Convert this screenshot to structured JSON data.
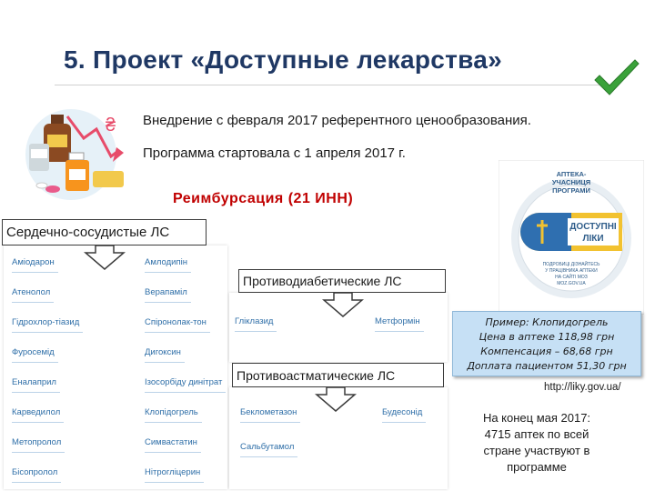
{
  "title": "5. Проект «Доступные лекарства»",
  "intro": {
    "line1": "Внедрение с февраля 2017 референтного ценообразования.",
    "line2": "Программа стартовала с 1 апреля 2017 г."
  },
  "reimbursement": "Реимбурсация (21 ИНН)",
  "groups": {
    "cardio": "Сердечно-сосудистые ЛС",
    "diabetes": "Противодиабетические ЛС",
    "asthma": "Противоастматические ЛС"
  },
  "cardio_drugs": [
    [
      "Аміодарон",
      "Амлодипін"
    ],
    [
      "Атенолол",
      "Верапаміл"
    ],
    [
      "Гідрохлор-тіазид",
      "Спіронолак-тон"
    ],
    [
      "Фуросемід",
      "Дигоксин"
    ],
    [
      "Еналаприл",
      "Ізосорбіду динітрат"
    ],
    [
      "Карведилол",
      "Клопідогрель"
    ],
    [
      "Метопролол",
      "Симвастатин"
    ],
    [
      "Бісопролол",
      "Нітрогліцерин"
    ]
  ],
  "diabetes_drugs": [
    "Гліклазид",
    "Метформін"
  ],
  "asthma_drugs": [
    [
      "Беклометазон",
      "Будесонід"
    ],
    [
      "Сальбутамол"
    ]
  ],
  "badge": {
    "ring_text": [
      "АПТЕКА-",
      "УЧАСНИЦЯ",
      "ПРОГРАМИ"
    ],
    "logo": [
      "ДОСТУПНІ",
      "ЛІКИ"
    ],
    "fine_print": [
      "ПОДРОБИЦІ ДІЗНАЙТЕСЬ",
      "У ПРАЦІВНИКА АПТЕКИ",
      "НА САЙТІ МОЗ",
      "MOZ.GOV.UA"
    ]
  },
  "example": {
    "line1": "Пример: Клопидогрель",
    "line2": "Цена в аптеке 118,98 грн",
    "line3": "Компенсация – 68,68 грн",
    "line4": "Доплата пациентом 51,30 грн"
  },
  "source_url": "http://liky.gov.ua/",
  "end_note": {
    "line1": "На конец мая 2017:",
    "line2": "4715 аптек по всей",
    "line3": "стране участвуют в",
    "line4": "программе"
  },
  "colors": {
    "title": "#1f3864",
    "accent_red": "#c00000",
    "drug_link": "#2f6fa8",
    "example_bg": "#c6e0f5",
    "check_green": "#3aa23a"
  }
}
